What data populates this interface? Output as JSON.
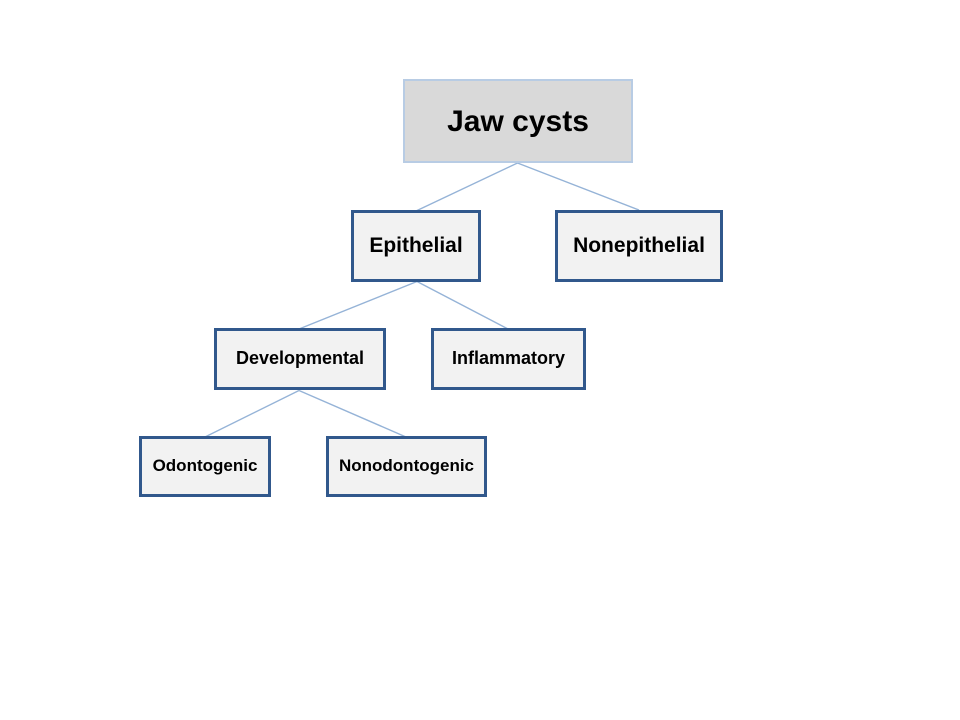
{
  "diagram": {
    "type": "hierarchy-flowchart",
    "nodes": {
      "jaw_cysts": {
        "label": "Jaw cysts",
        "level": 0,
        "parent": null
      },
      "epithelial": {
        "label": "Epithelial",
        "level": 1,
        "parent": "jaw_cysts"
      },
      "nonepithelial": {
        "label": "Nonepithelial",
        "level": 1,
        "parent": "jaw_cysts"
      },
      "developmental": {
        "label": "Developmental",
        "level": 2,
        "parent": "epithelial"
      },
      "inflammatory": {
        "label": "Inflammatory",
        "level": 2,
        "parent": "epithelial"
      },
      "odontogenic": {
        "label": "Odontogenic",
        "level": 3,
        "parent": "developmental"
      },
      "nonodontogenic": {
        "label": "Nonodontogenic",
        "level": 3,
        "parent": "developmental"
      }
    },
    "edges": [
      [
        "jaw_cysts",
        "epithelial"
      ],
      [
        "jaw_cysts",
        "nonepithelial"
      ],
      [
        "epithelial",
        "developmental"
      ],
      [
        "epithelial",
        "inflammatory"
      ],
      [
        "developmental",
        "odontogenic"
      ],
      [
        "developmental",
        "nonodontogenic"
      ]
    ],
    "colors": {
      "background": "#ffffff",
      "root_fill": "#d9d9d9",
      "root_border": "#b8cce4",
      "child_fill": "#f2f2f2",
      "child_border": "#31588c",
      "connector": "#95b3d7",
      "text": "#000000"
    }
  }
}
